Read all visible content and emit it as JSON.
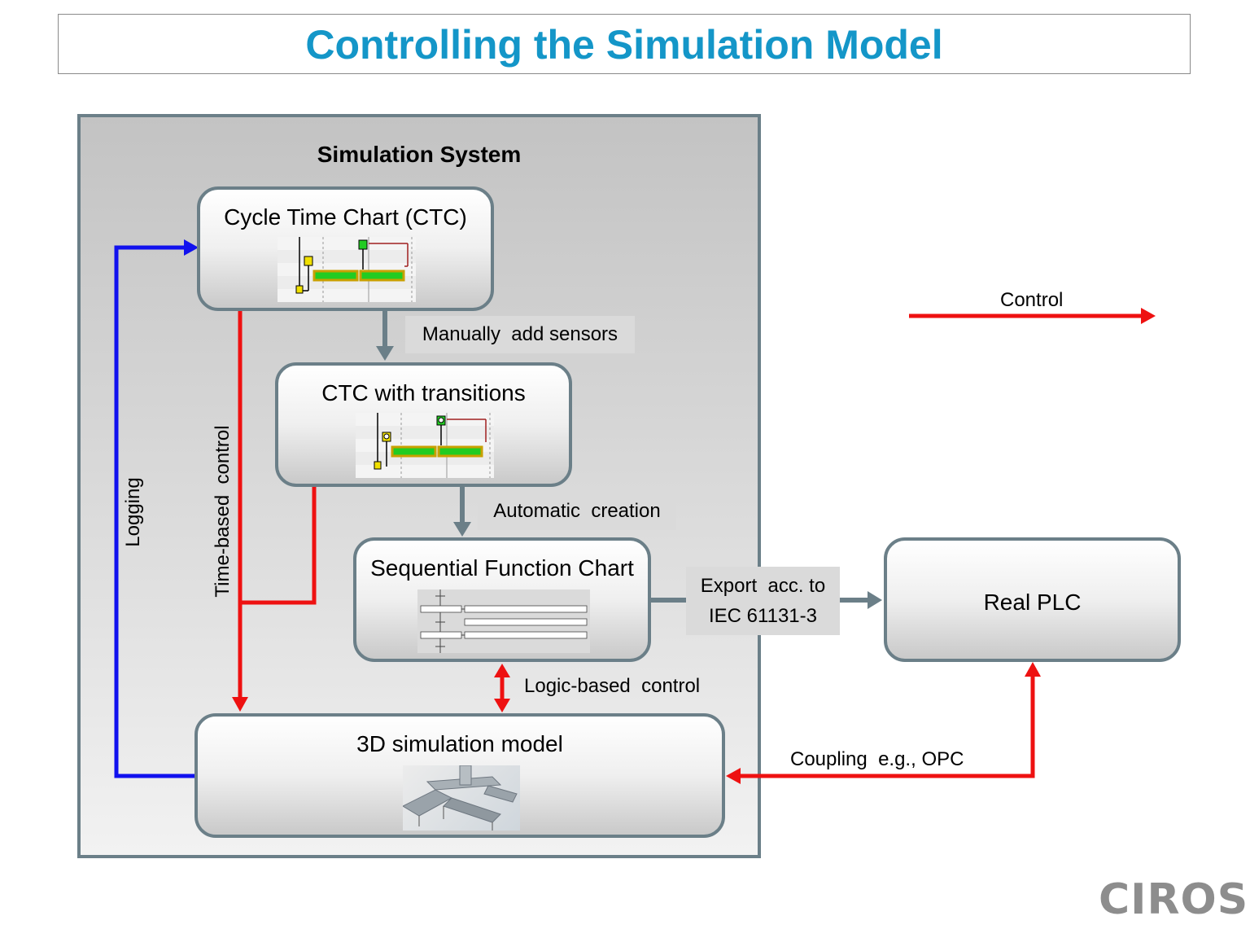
{
  "title": "Controlling the Simulation Model",
  "simulation_system": {
    "label": "Simulation System"
  },
  "nodes": {
    "ctc": "Cycle Time Chart (CTC)",
    "ctc_transitions": "CTC with transitions",
    "sfc": "Sequential Function Chart",
    "model3d": "3D simulation model",
    "plc": "Real PLC"
  },
  "notes": {
    "manual_sensors": "Manually  add sensors",
    "automatic_creation": "Automatic  creation",
    "export_line1": "Export  acc. to",
    "export_line2": "IEC 61131-3"
  },
  "edges": {
    "logging": "Logging",
    "time_based": "Time-based  control",
    "logic_based": "Logic-based  control",
    "coupling": "Coupling  e.g., OPC"
  },
  "legend": {
    "control": "Control"
  },
  "logo": "CIROS",
  "colors": {
    "title": "#1496c8",
    "control": "#ee1111",
    "logging": "#1111ee",
    "flow": "#6b7f88"
  }
}
